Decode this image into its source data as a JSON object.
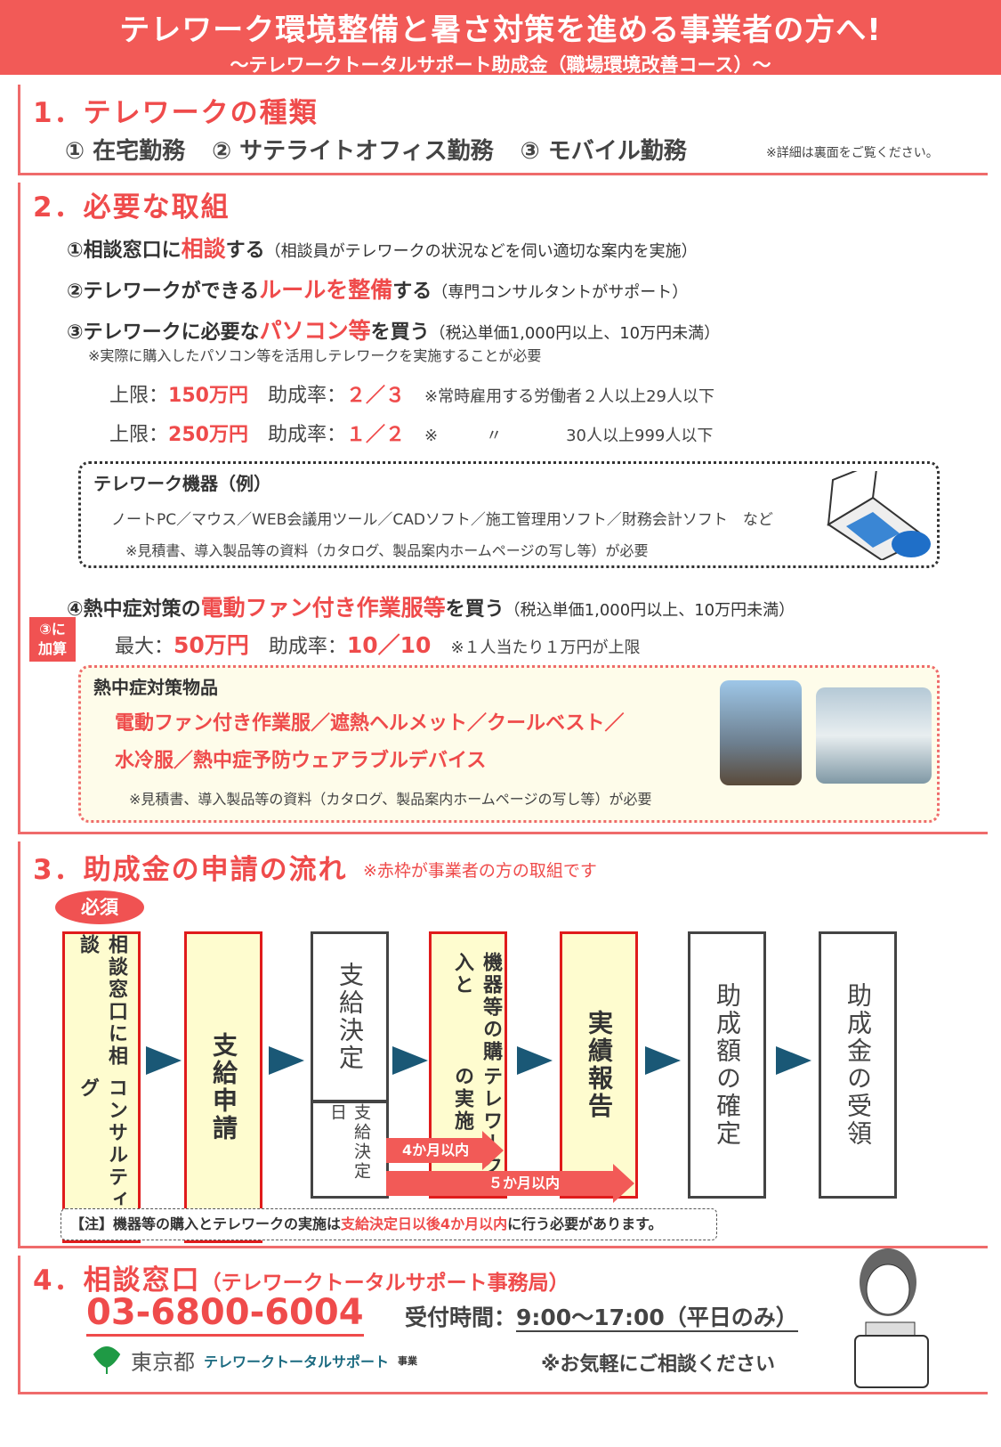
{
  "header": {
    "title": "テレワーク環境整備と暑さ対策を進める事業者の方へ!",
    "subtitle": "〜テレワークトータルサポート助成金（職場環境改善コース）〜"
  },
  "s1": {
    "heading": "1．テレワークの種類",
    "types": [
      "① 在宅勤務",
      "② サテライトオフィス勤務",
      "③ モバイル勤務"
    ],
    "note": "※詳細は裏面をご覧ください。"
  },
  "s2": {
    "heading": "2．必要な取組",
    "i1": {
      "a": "①相談窓口に",
      "b": "相談",
      "c": "する",
      "p": "（相談員がテレワークの状況などを伺い適切な案内を実施）"
    },
    "i2": {
      "a": "②テレワークができる",
      "b": "ルールを整備",
      "c": "する",
      "p": "（専門コンサルタントがサポート）"
    },
    "i3": {
      "a": "③テレワークに必要な",
      "b": "パソコン等",
      "c": "を買う",
      "p": "（税込単価1,000円以上、10万円未満）",
      "note": "※実際に購入したパソコン等を活用しテレワークを実施することが必要"
    },
    "limits": [
      {
        "label": "上限：",
        "amount": "150万円",
        "rate_label": "助成率：",
        "rate": "２／３",
        "cond": "※常時雇用する労働者２人以上29人以下"
      },
      {
        "label": "上限：",
        "amount": "250万円",
        "rate_label": "助成率：",
        "rate": "１／２",
        "cond": "※　　　〃　　　　30人以上999人以下"
      }
    ],
    "equip": {
      "title": "テレワーク機器（例）",
      "list": "ノートPC／マウス／WEB会議用ツール／CADソフト／施工管理用ソフト／財務会計ソフト　など",
      "note": "※見積書、導入製品等の資料（カタログ、製品案内ホームページの写し等）が必要"
    },
    "i4": {
      "a": "④熱中症対策の",
      "b": "電動ファン付き作業服等",
      "c": "を買う",
      "p": "（税込単価1,000円以上、10万円未満）"
    },
    "badge": [
      "③に",
      "加算"
    ],
    "max": {
      "label": "最大：",
      "amount": "50万円",
      "rate_label": "助成率：",
      "rate": "10／10",
      "note": "※１人当たり１万円が上限"
    },
    "heat": {
      "title": "熱中症対策物品",
      "line1": "電動ファン付き作業服／遮熱ヘルメット／クールベスト／",
      "line2": "水冷服／熱中症予防ウェアラブルデバイス",
      "note": "※見積書、導入製品等の資料（カタログ、製品案内ホームページの写し等）が必要"
    }
  },
  "s3": {
    "heading": "3．助成金の申請の流れ",
    "note": "※赤枠が事業者の方の取組です",
    "required": "必須",
    "steps": [
      "相談窓口に相談コンサルティング",
      "支給申請",
      "支給決定",
      "機器等の購入とテレワークの実施",
      "実績報告",
      "助成額の確定",
      "助成金の受領"
    ],
    "step1a": "相談窓口に相談",
    "step1b": "コンサルティング",
    "step4a": "機器等の購入と",
    "step4b": "テレワークの実施",
    "decision_date": "支給決定日",
    "arrow4": "4か月以内",
    "arrow5": "５か月以内",
    "caution": {
      "a": "【注】機器等の購入とテレワークの実施は",
      "b": "支給決定日以後4か月以内",
      "c": "に行う必要があります。"
    }
  },
  "s4": {
    "heading": "4．相談窓口",
    "org": "（テレワークトータルサポート事務局）",
    "phone": "03-6800-6004",
    "hours_label": "受付時間：",
    "hours": "9:00〜17:00（平日のみ）",
    "logo_tokyo": "東京都",
    "logo_program": "テレワークトータルサポート",
    "logo_suffix": "事業",
    "footer_note": "※お気軽にご相談ください"
  },
  "colors": {
    "accent": "#ef4b4b",
    "header": "#f25a57",
    "arrow": "#1a5876",
    "required_fill": "#fefccf"
  }
}
